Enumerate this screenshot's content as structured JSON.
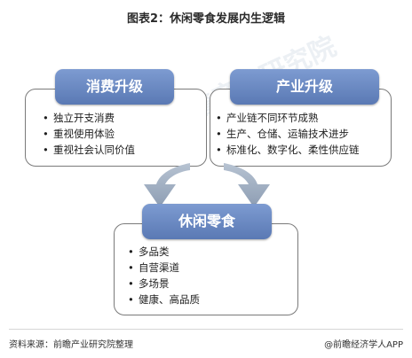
{
  "title": "图表2：休闲零食发展内生逻辑",
  "watermark": "前瞻产业研究院",
  "consumption": {
    "label": "消费升级",
    "items": [
      "独立开支消费",
      "重视使用体验",
      "重视社会认同价值"
    ]
  },
  "industry": {
    "label": "产业升级",
    "items": [
      "产业链不同环节成熟",
      "生产、仓储、运输技术进步",
      "标准化、数字化、柔性供应链"
    ]
  },
  "snack": {
    "label": "休闲零食",
    "items": [
      "多品类",
      "自营渠道",
      "多场景",
      "健康、高品质"
    ]
  },
  "footer": {
    "source": "资料来源：前瞻产业研究院整理",
    "brand": "@前瞻经济学人APP"
  },
  "colors": {
    "badge": "#6a89c3",
    "arrow": "#9aa9bd",
    "border": "#7a7a7a"
  }
}
